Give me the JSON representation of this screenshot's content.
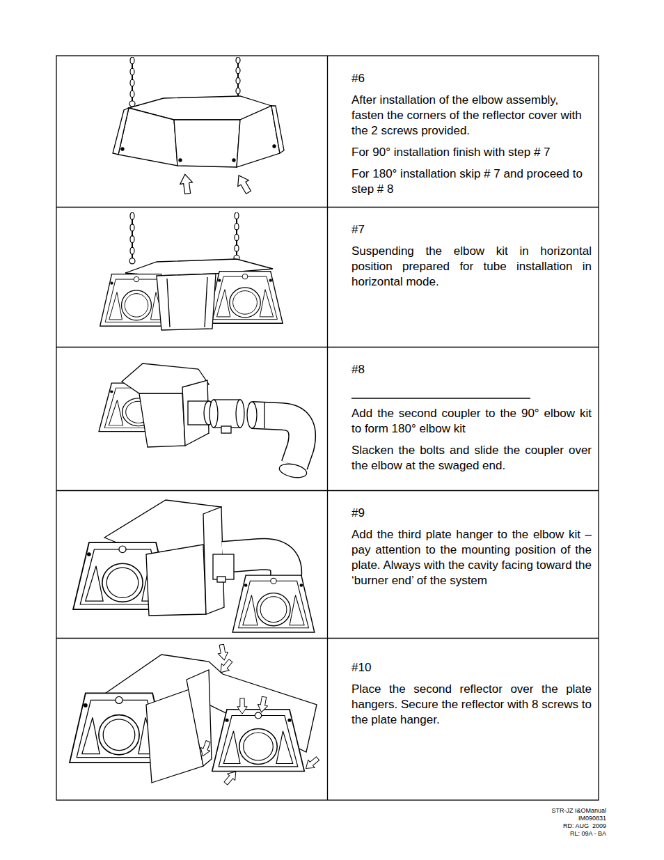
{
  "diagram": {
    "nodes": [
      {
        "text": [
          "#6",
          "After installation of the elbow assembly, fasten the corners of the reflector cover with the 2 screws provided.",
          "For 90° installation finish with step # 7",
          "For 180° installation skip # 7 and proceed to step # 8"
        ]
      },
      {
        "text": [
          "#7",
          "Suspending the elbow kit in horizontal position prepared for tube installation in horizontal mode."
        ]
      },
      {
        "text": [
          "#8",
          "Add the second coupler to the 90° elbow kit to form 180° elbow kit",
          "Slacken the bolts and slide the coupler over the elbow at the swaged end."
        ]
      },
      {
        "text": [
          "#9",
          "Add the third plate hanger to the elbow kit – pay attention to the mounting position of the plate. Always with the cavity facing toward the ‘burner end’ of the system"
        ]
      },
      {
        "text": [
          "#10",
          "Place the second reflector over the plate hangers. Secure the reflector with 8 screws to the plate hanger."
        ]
      }
    ],
    "labels": [
      "STR-JZ I&OManual",
      "IM090831",
      "RD: AUG  2009",
      "RL: 09A - BA"
    ]
  }
}
